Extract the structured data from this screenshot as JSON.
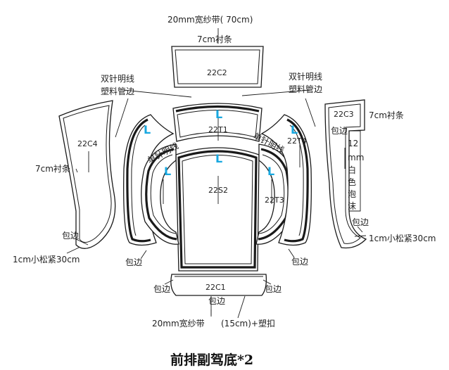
{
  "labels": {
    "tape_top": "20mm宽纱带( 70cm)",
    "strip_top": "7cm衬条",
    "double_left_1": "双针明线",
    "double_left_2": "塑料管边",
    "double_right_1": "双针明线",
    "double_right_2": "塑料管边",
    "strip_right": "7cm衬条",
    "strip_left": "7cm衬条",
    "foam_12": "12",
    "foam_mm": "mm",
    "foam_1": "白",
    "foam_2": "色",
    "foam_3": "泡",
    "foam_4": "沫",
    "single_left": "单针明线",
    "single_right": "单针明线",
    "edge_c4": "包边",
    "loose_left": "1cm小松紧30cm",
    "edge_bl": "包边",
    "edge_br": "包边",
    "edge_c3": "包边",
    "edge_c3b": "包边",
    "loose_right": "1cm小松紧30cm",
    "edge_c1l": "包边",
    "edge_c1r": "包边",
    "edge_c1b": "包边",
    "tape_bottom": "20mm宽纱带",
    "buckle": "(15cm)+塑扣"
  },
  "parts": {
    "c2": "22C2",
    "t1": "22T1",
    "s2": "22S2",
    "c4": "22C4",
    "c3": "22C3",
    "t4": "22T4",
    "t3": "22T3",
    "c1": "22C1"
  },
  "marks": {
    "l": "L"
  },
  "title": "前排副驾底*2"
}
